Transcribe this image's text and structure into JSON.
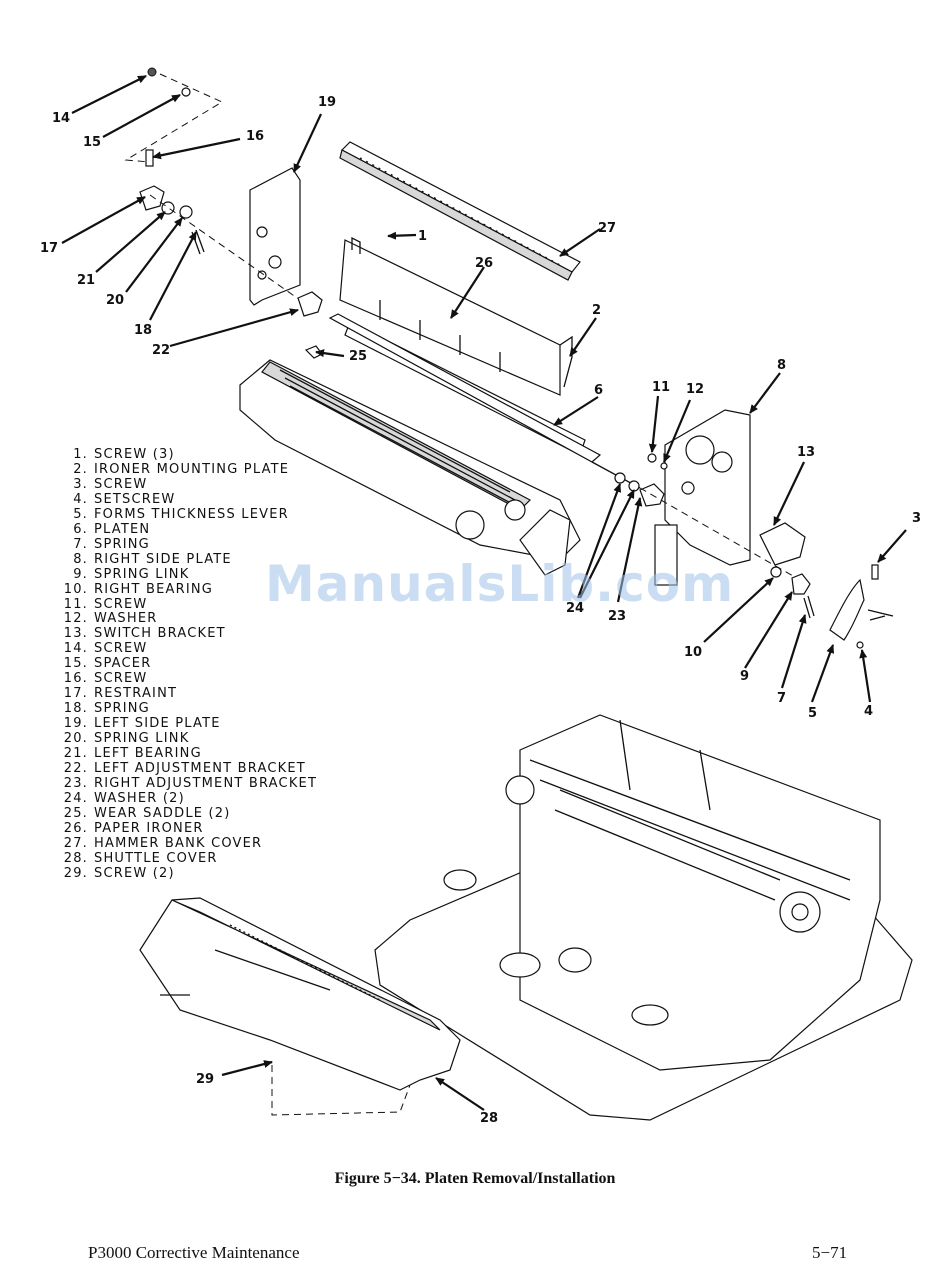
{
  "figure": {
    "caption": "Figure 5−34. Platen Removal/Installation",
    "callouts": [
      "1",
      "2",
      "3",
      "4",
      "5",
      "6",
      "7",
      "8",
      "9",
      "10",
      "11",
      "12",
      "13",
      "14",
      "15",
      "16",
      "17",
      "18",
      "19",
      "20",
      "21",
      "22",
      "23",
      "24",
      "25",
      "26",
      "27",
      "28",
      "29"
    ]
  },
  "parts_list": [
    {
      "num": "1.",
      "name": "SCREW (3)"
    },
    {
      "num": "2.",
      "name": "IRONER MOUNTING PLATE"
    },
    {
      "num": "3.",
      "name": "SCREW"
    },
    {
      "num": "4.",
      "name": "SETSCREW"
    },
    {
      "num": "5.",
      "name": "FORMS THICKNESS LEVER"
    },
    {
      "num": "6.",
      "name": "PLATEN"
    },
    {
      "num": "7.",
      "name": "SPRING"
    },
    {
      "num": "8.",
      "name": "RIGHT SIDE PLATE"
    },
    {
      "num": "9.",
      "name": "SPRING LINK"
    },
    {
      "num": "10.",
      "name": "RIGHT BEARING"
    },
    {
      "num": "11.",
      "name": "SCREW"
    },
    {
      "num": "12.",
      "name": "WASHER"
    },
    {
      "num": "13.",
      "name": "SWITCH BRACKET"
    },
    {
      "num": "14.",
      "name": "SCREW"
    },
    {
      "num": "15.",
      "name": "SPACER"
    },
    {
      "num": "16.",
      "name": "SCREW"
    },
    {
      "num": "17.",
      "name": "RESTRAINT"
    },
    {
      "num": "18.",
      "name": "SPRING"
    },
    {
      "num": "19.",
      "name": "LEFT SIDE PLATE"
    },
    {
      "num": "20.",
      "name": "SPRING LINK"
    },
    {
      "num": "21.",
      "name": "LEFT BEARING"
    },
    {
      "num": "22.",
      "name": "LEFT ADJUSTMENT BRACKET"
    },
    {
      "num": "23.",
      "name": "RIGHT ADJUSTMENT BRACKET"
    },
    {
      "num": "24.",
      "name": "WASHER (2)"
    },
    {
      "num": "25.",
      "name": "WEAR SADDLE (2)"
    },
    {
      "num": "26.",
      "name": "PAPER IRONER"
    },
    {
      "num": "27.",
      "name": "HAMMER BANK COVER"
    },
    {
      "num": "28.",
      "name": "SHUTTLE COVER"
    },
    {
      "num": "29.",
      "name": "SCREW (2)"
    }
  ],
  "footer": {
    "left": "P3000 Corrective Maintenance",
    "right": "5−71"
  },
  "watermark": "ManualsLib.com"
}
